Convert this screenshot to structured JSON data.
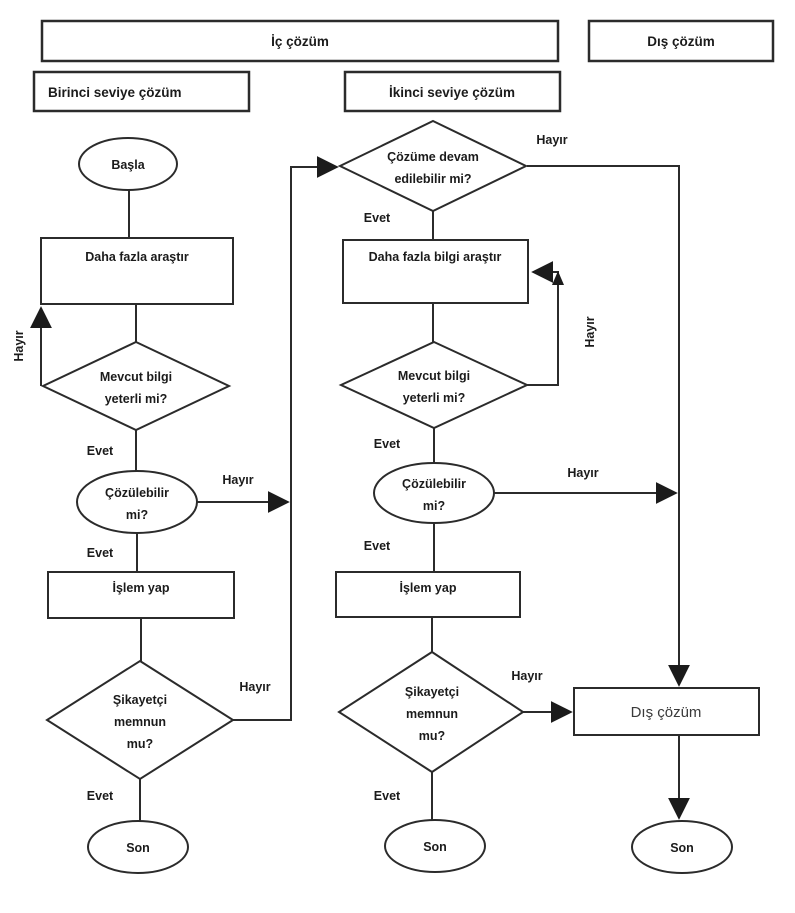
{
  "swimlanes": {
    "internal": "İç çözüm",
    "external": "Dış çözüm",
    "level1": "Birinci seviye çözüm",
    "level2": "İkinci seviye çözüm"
  },
  "labels": {
    "yes": "Evet",
    "no": "Hayır"
  },
  "level1": {
    "start": "Başla",
    "investigate": "Daha fazla araştır",
    "info_sufficient_line1": "Mevcut bilgi",
    "info_sufficient_line2": "yeterli mi?",
    "solvable_line1": "Çözülebilir",
    "solvable_line2": "mi?",
    "take_action": "İşlem yap",
    "satisfied_line1": "Şikayetçi",
    "satisfied_line2": "memnun",
    "satisfied_line3": "mu?",
    "end": "Son"
  },
  "level2": {
    "continue_line1": "Çözüme devam",
    "continue_line2": "edilebilir mi?",
    "investigate": "Daha fazla bilgi araştır",
    "info_sufficient_line1": "Mevcut bilgi",
    "info_sufficient_line2": "yeterli mi?",
    "solvable_line1": "Çözülebilir",
    "solvable_line2": "mi?",
    "take_action": "İşlem yap",
    "satisfied_line1": "Şikayetçi",
    "satisfied_line2": "memnun",
    "satisfied_line3": "mu?",
    "end": "Son"
  },
  "external_lane": {
    "resolution": "Dış çözüm",
    "end": "Son"
  },
  "colors": {
    "stroke": "#2b2b2b",
    "background": "#ffffff"
  }
}
